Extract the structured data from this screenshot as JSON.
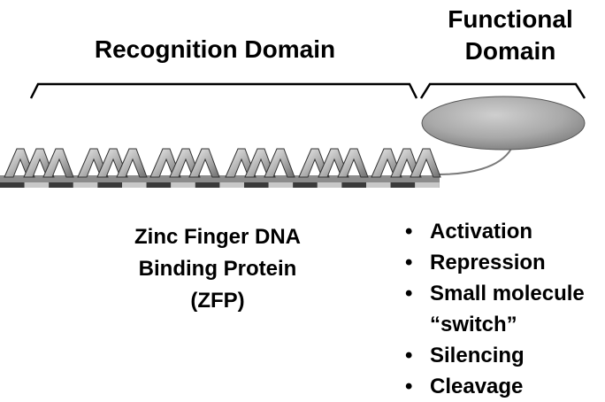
{
  "recognition_domain": {
    "label": "Recognition Domain"
  },
  "functional_domain": {
    "label_line1": "Functional",
    "label_line2": "Domain"
  },
  "zfp_label": {
    "line1": "Zinc Finger DNA",
    "line2": "Binding Protein",
    "line3": "(ZFP)"
  },
  "functions": [
    {
      "text": "Activation",
      "bullet": "•"
    },
    {
      "text": "Repression",
      "bullet": "•"
    },
    {
      "text": "Small molecule",
      "bullet": "•"
    },
    {
      "text": "“switch”",
      "bullet": ""
    },
    {
      "text": "Silencing",
      "bullet": "•"
    },
    {
      "text": "Cleavage",
      "bullet": "•"
    }
  ],
  "colors": {
    "domain_fill": "#a9a9a9",
    "dna_dark": "#3a3a3a",
    "dna_light": "#c8c8c8"
  }
}
